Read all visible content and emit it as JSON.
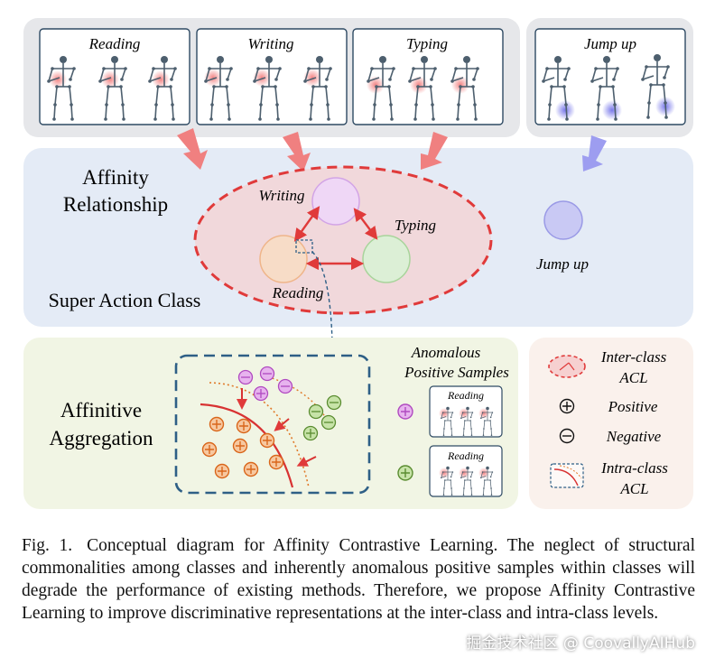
{
  "top_panels": [
    {
      "label": "Reading"
    },
    {
      "label": "Writing"
    },
    {
      "label": "Typing"
    },
    {
      "label": "Jump up"
    }
  ],
  "relationship": {
    "title_line1": "Affinity",
    "title_line2": "Relationship",
    "super_class": "Super Action Class",
    "writing": "Writing",
    "typing": "Typing",
    "reading": "Reading",
    "jump_up": "Jump up"
  },
  "aggregation": {
    "title_line1": "Affinitive",
    "title_line2": "Aggregation",
    "anomalous_line1": "Anomalous",
    "anomalous_line2": "Positive Samples",
    "sample1_label": "Reading",
    "sample2_label": "Reading"
  },
  "legend": {
    "inter_line1": "Inter-class",
    "inter_line2": "ACL",
    "positive": "Positive",
    "negative": "Negative",
    "intra_line1": "Intra-class",
    "intra_line2": "ACL"
  },
  "caption": {
    "label": "Fig. 1.",
    "text": "Conceptual diagram for Affinity Contrastive Learning. The neglect of structural commonalities among classes and inherently anomalous positive samples within classes will degrade the performance of existing methods. Therefore, we propose Affinity Contrastive Learning to improve discriminative representations at the inter-class and intra-class levels."
  },
  "watermark": "掘金技术社区 @ CoovallyAIHub",
  "colors": {
    "red_arrow": "#f08080",
    "blue_arrow": "#9d9df0",
    "ellipse_dash": "#e03a3a",
    "panel_bg": "#e6e7ea",
    "relation_bg": "#e4ebf6",
    "aggregation_bg": "#f1f5e4",
    "legend_bg": "#faf1ec",
    "purple": "#cc5ad6",
    "green": "#6e9e3c",
    "orange": "#e87a22"
  }
}
